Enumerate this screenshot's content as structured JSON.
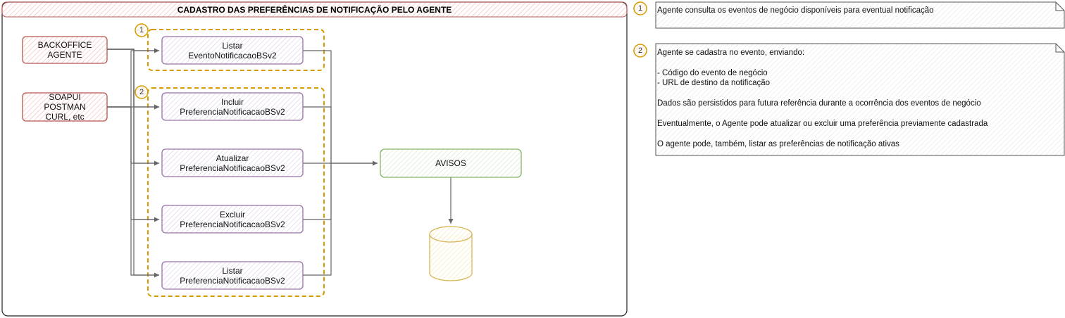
{
  "title": "CADASTRO DAS PREFERÊNCIAS DE NOTIFICAÇÃO PELO AGENTE",
  "clients": [
    {
      "id": "backoffice",
      "label": "BACKOFFICE\nAGENTE"
    },
    {
      "id": "soapui",
      "label": "SOAPUI\nPOSTMAN\nCURL, etc"
    }
  ],
  "groups": [
    {
      "id": "group1",
      "badge": "1"
    },
    {
      "id": "group2",
      "badge": "2"
    }
  ],
  "services": [
    {
      "id": "listar-evento",
      "label": "Listar\nEventoNotificacaoBSv2"
    },
    {
      "id": "incluir",
      "label": "Incluir\nPreferenciaNotificacaoBSv2"
    },
    {
      "id": "atualizar",
      "label": "Atualizar\nPreferenciaNotificacaoBSv2"
    },
    {
      "id": "excluir",
      "label": "Excluir\nPreferenciaNotificacaoBSv2"
    },
    {
      "id": "listar-pref",
      "label": "Listar\nPreferenciaNotificacaoBSv2"
    }
  ],
  "target": {
    "label": "AVISOS"
  },
  "database": {
    "label": ""
  },
  "notes": [
    {
      "badge": "1",
      "text": "Agente consulta os eventos de negócio disponíveis para eventual notificação"
    },
    {
      "badge": "2",
      "text": "Agente se cadastra no evento, enviando:\n\n- Código do evento de negócio\n- URL de destino da notificação\n\nDados são persistidos para futura referência durante a ocorrência dos eventos de negócio\n\nEventualmente, o Agente pode atualizar ou excluir uma preferência previamente cadastrada\n\nO agente pode, também, listar as preferências de notificação ativas"
    }
  ],
  "colors": {
    "client_stroke": "#b85450",
    "client_fill": "#f8cecc",
    "service_stroke": "#9673a6",
    "service_fill": "#e1d5e7",
    "target_stroke": "#82b366",
    "target_fill": "#d5e8d4",
    "db_stroke": "#d6b656",
    "db_fill": "#fff2cc",
    "group_stroke": "#d79b00",
    "badge_fill": "#ffe6cc",
    "title_fill": "#f8cecc",
    "edge": "#666666"
  }
}
